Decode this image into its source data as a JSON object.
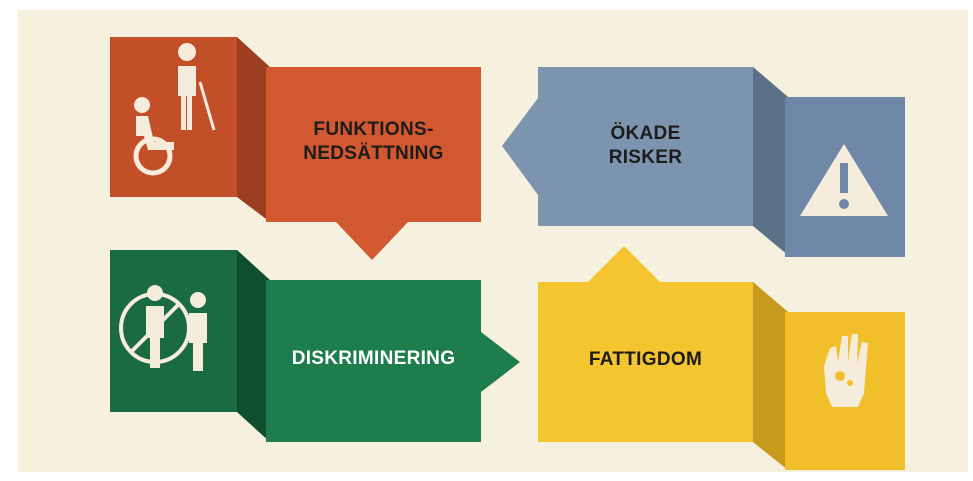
{
  "diagram": {
    "steps": [
      {
        "id": "funktionsnedsattning",
        "lines": [
          "FUNKTIONS-",
          "NEDSÄTTNING"
        ],
        "color": "#cf5830",
        "icon": "disability-icon"
      },
      {
        "id": "diskriminering",
        "lines": [
          "DISKRIMINERING"
        ],
        "color": "#1c7a4c",
        "icon": "exclusion-icon"
      },
      {
        "id": "fattigdom",
        "lines": [
          "FATTIGDOM"
        ],
        "color": "#f3c22d",
        "icon": "poverty-hand-icon"
      },
      {
        "id": "okade-risker",
        "lines": [
          "ÖKADE",
          "RISKER"
        ],
        "color": "#7990ab",
        "icon": "warning-icon"
      }
    ],
    "cycle": [
      "funktionsnedsattning",
      "diskriminering",
      "fattigdom",
      "okade-risker",
      "funktionsnedsattning"
    ]
  }
}
